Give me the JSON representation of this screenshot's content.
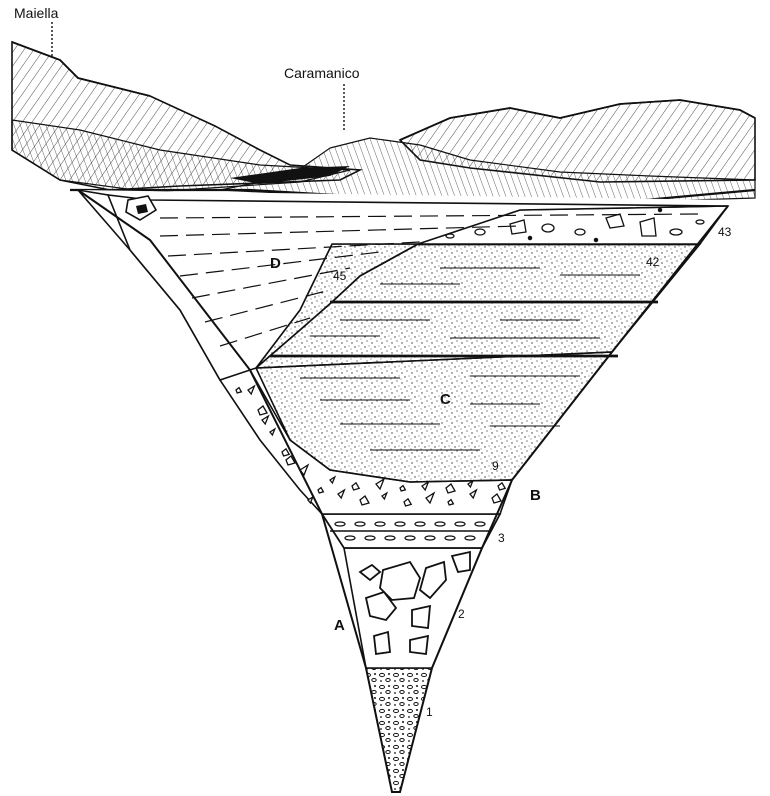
{
  "places": {
    "maiella": "Maiella",
    "caramanico": "Caramanico"
  },
  "units": {
    "a": "A",
    "b": "B",
    "c": "C",
    "d": "D"
  },
  "layers": {
    "l1": "1",
    "l2": "2",
    "l3": "3",
    "l9": "9",
    "l42": "42",
    "l43": "43",
    "l45": "45"
  }
}
